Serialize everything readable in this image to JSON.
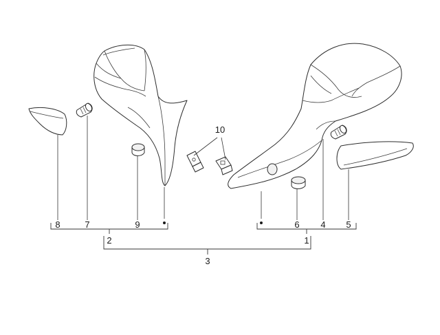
{
  "callouts": {
    "c1": "1",
    "c2": "2",
    "c3": "3",
    "c4": "4",
    "c5": "5",
    "c6": "6",
    "c7": "7",
    "c8": "8",
    "c9": "9",
    "c10": "10"
  },
  "colors": {
    "line": "#2b2b2b",
    "fill": "#ffffff",
    "text": "#1a1a1a"
  }
}
